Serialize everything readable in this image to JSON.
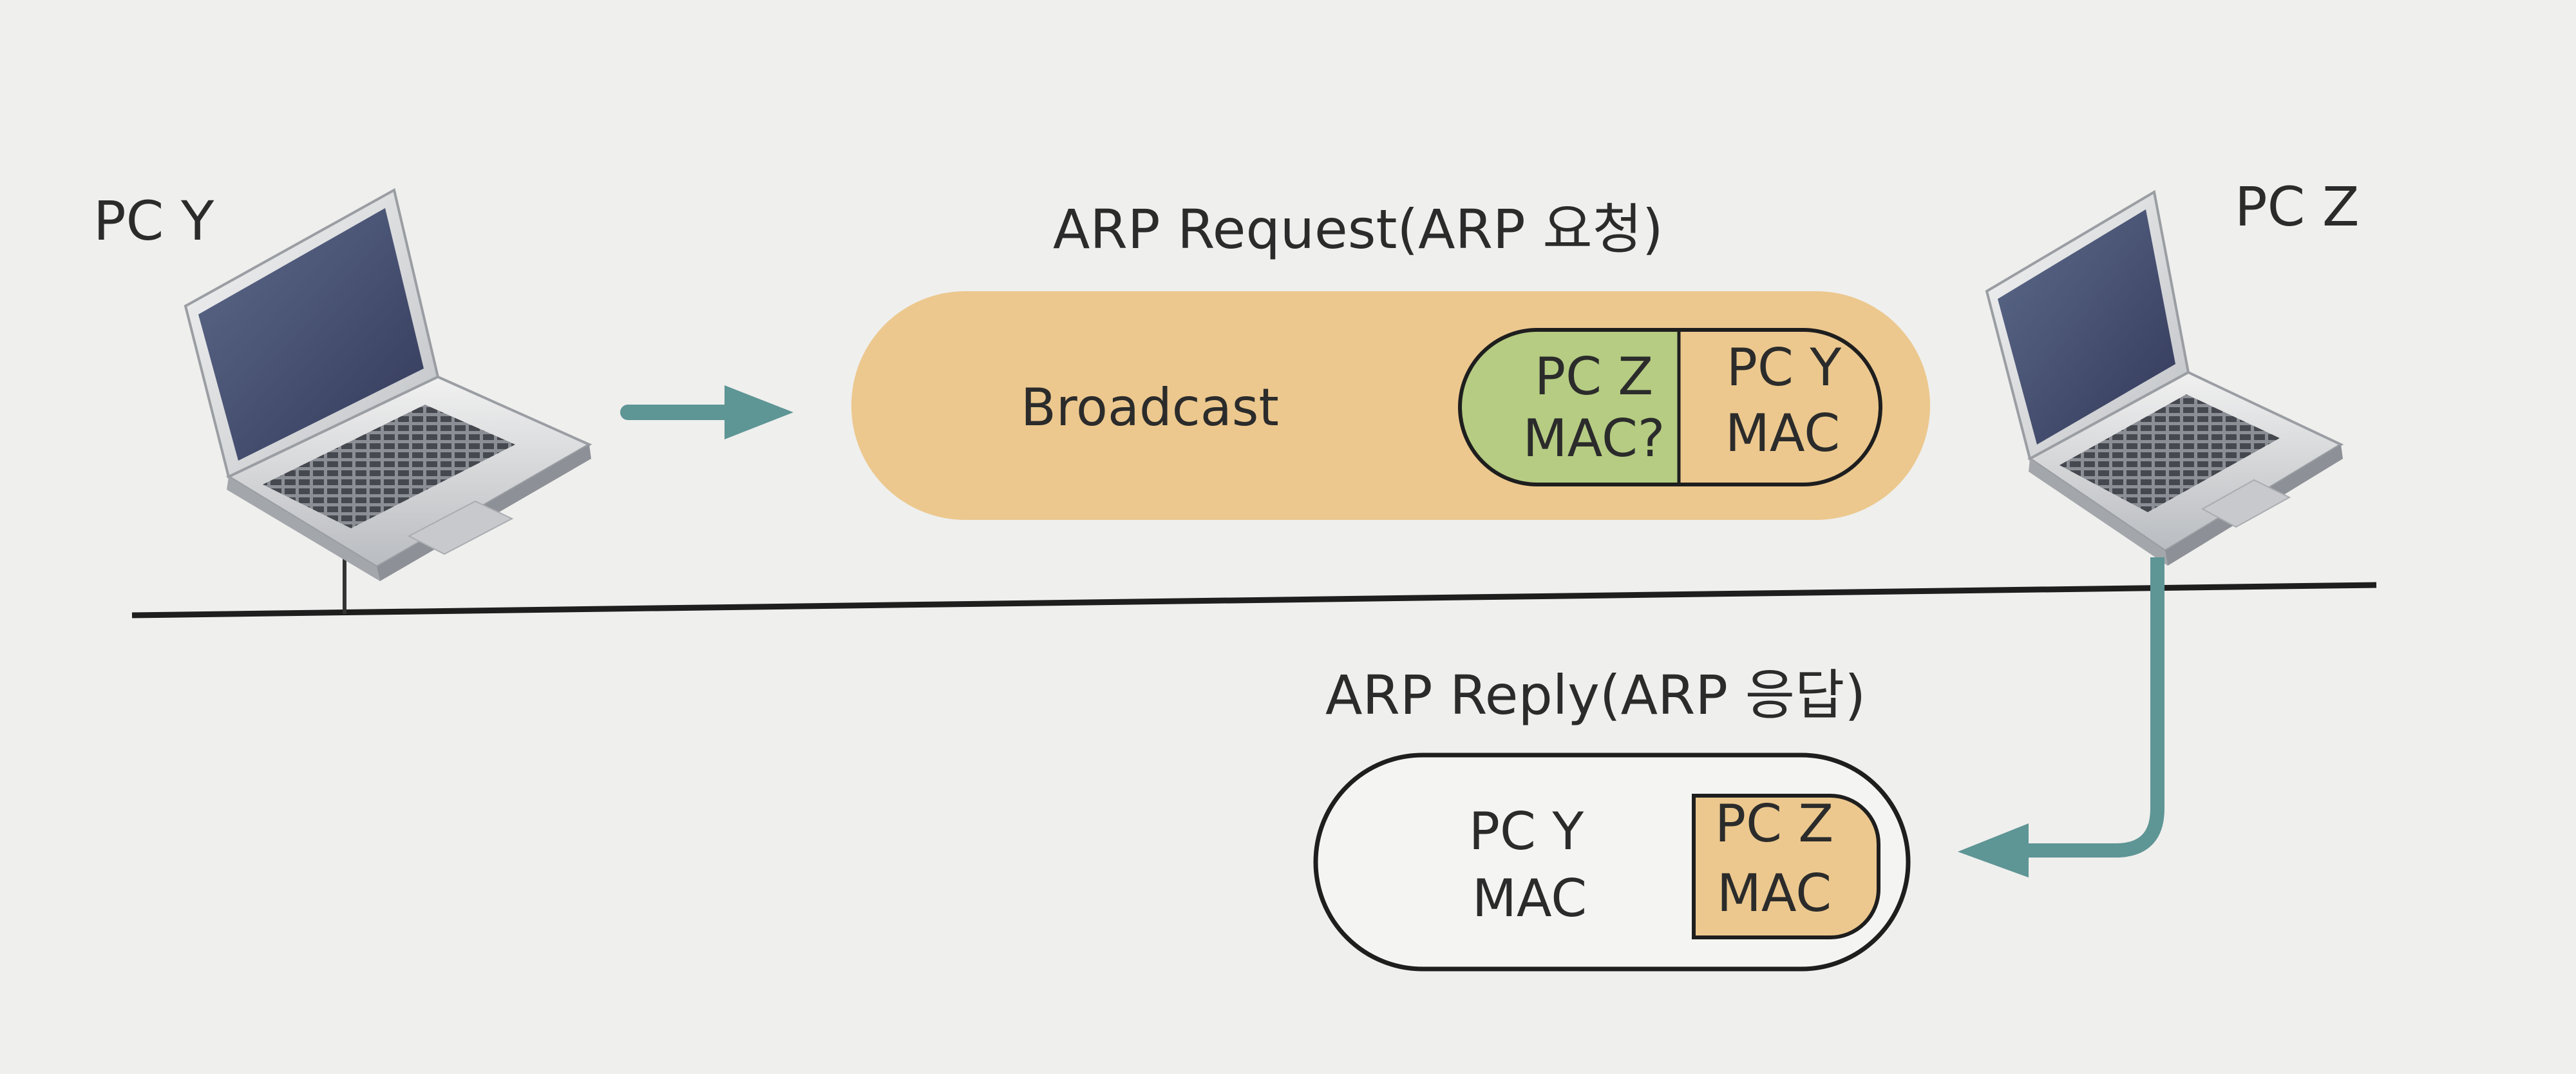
{
  "nodes": {
    "pc_y": {
      "label": "PC Y"
    },
    "pc_z": {
      "label": "PC Z"
    }
  },
  "request": {
    "title": "ARP Request(ARP 요청)",
    "broadcast_label": "Broadcast",
    "target": {
      "line1": "PC Z",
      "line2": "MAC?"
    },
    "sender": {
      "line1": "PC Y",
      "line2": "MAC"
    }
  },
  "reply": {
    "title": "ARP Reply(ARP 응답)",
    "target": {
      "line1": "PC Y",
      "line2": "MAC"
    },
    "sender": {
      "line1": "PC Z",
      "line2": "MAC"
    }
  },
  "colors": {
    "background": "#efefed",
    "request_packet": "#ecc88e",
    "unknown_field": "#b5cc82",
    "known_field": "#ecc88e",
    "reply_packet": "#f4f4f2",
    "arrow": "#5e9595",
    "bus_line": "#1e1e1e",
    "outline": "#1e1e1e"
  },
  "icons": {
    "pc_y": "laptop-icon",
    "pc_z": "laptop-icon"
  }
}
